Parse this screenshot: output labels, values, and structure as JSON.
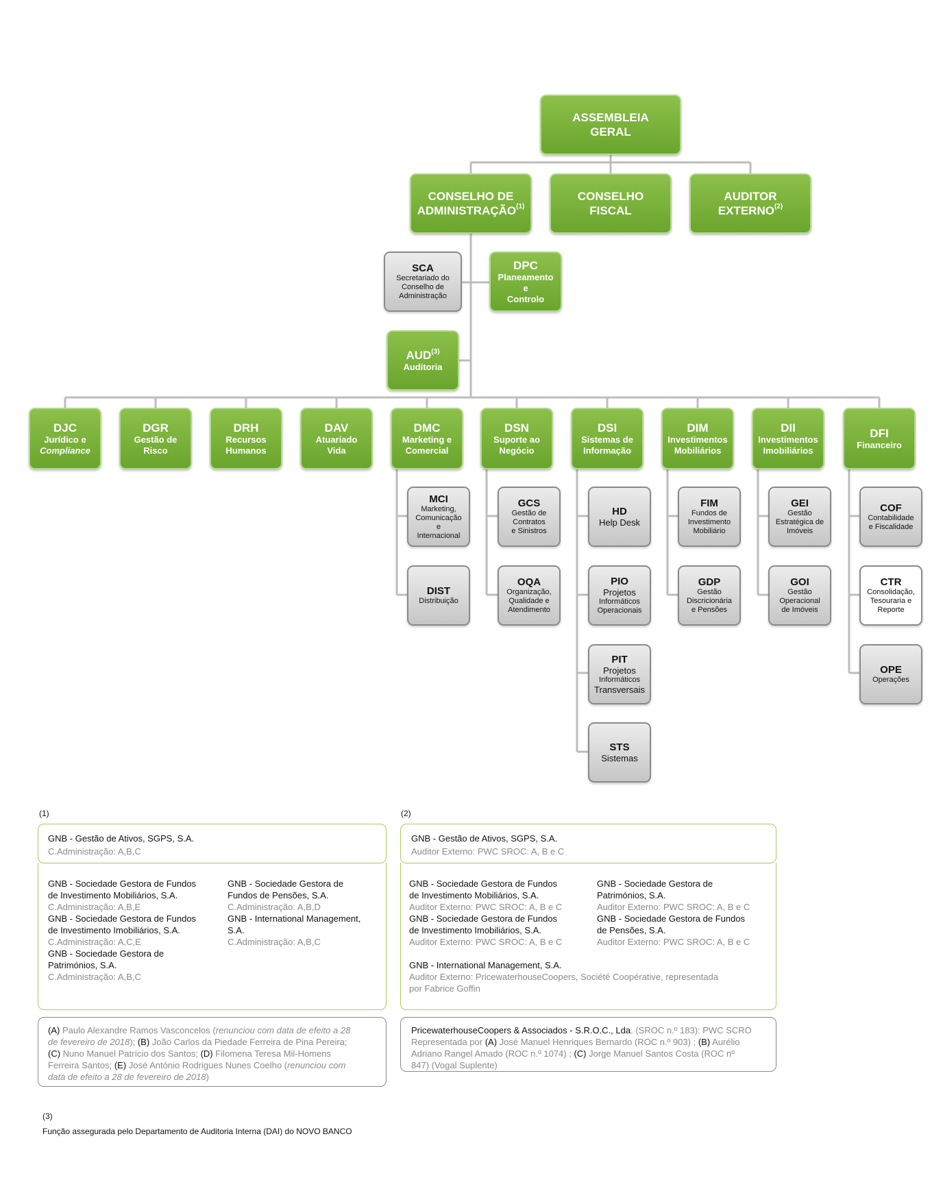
{
  "top": {
    "assembleia": {
      "l1": "ASSEMBLEIA",
      "l2": "GERAL"
    },
    "conselho_admin": {
      "l1": "CONSELHO DE",
      "l2": "ADMINISTRAÇÃO",
      "sup": "(1)"
    },
    "conselho_fiscal": {
      "l1": "CONSELHO",
      "l2": "FISCAL"
    },
    "auditor_externo": {
      "l1": "AUDITOR",
      "l2": "EXTERNO",
      "sup": "(2)"
    }
  },
  "staff": {
    "sca": {
      "code": "SCA",
      "l1": "Secretariado do",
      "l2": "Conselho de",
      "l3": "Administração"
    },
    "dpc": {
      "code": "DPC",
      "l1": "Planeamento",
      "l2": "e",
      "l3": "Controlo"
    },
    "aud": {
      "code": "AUD",
      "sup": "(3)",
      "name": "Auditoria"
    }
  },
  "departments": [
    {
      "code": "DJC",
      "l1": "Jurídico e",
      "l2": "Compliance"
    },
    {
      "code": "DGR",
      "l1": "Gestão de",
      "l2": "Risco"
    },
    {
      "code": "DRH",
      "l1": "Recursos",
      "l2": "Humanos"
    },
    {
      "code": "DAV",
      "l1": "Atuariado",
      "l2": "Vida"
    },
    {
      "code": "DMC",
      "l1": "Marketing e",
      "l2": "Comercial"
    },
    {
      "code": "DSN",
      "l1": "Suporte ao",
      "l2": "Negócio"
    },
    {
      "code": "DSI",
      "l1": "Sistemas de",
      "l2": "Informação"
    },
    {
      "code": "DIM",
      "l1": "Investimentos",
      "l2": "Mobiliários"
    },
    {
      "code": "DII",
      "l1": "Investimentos",
      "l2": "Imobiliários"
    },
    {
      "code": "DFI",
      "l1": "Financeiro",
      "l2": ""
    }
  ],
  "subunits": {
    "mci": {
      "code": "MCI",
      "lines": [
        "Marketing,",
        "Comunicação",
        "e",
        "Internacional"
      ]
    },
    "dist": {
      "code": "DIST",
      "lines": [
        "Distribuição"
      ]
    },
    "gcs": {
      "code": "GCS",
      "lines": [
        "Gestão de",
        "Contratos",
        "e Sinistros"
      ]
    },
    "oqa": {
      "code": "OQA",
      "lines": [
        "Organização,",
        "Qualidade e",
        "Atendimento"
      ]
    },
    "hd": {
      "code": "HD",
      "lines": [
        "Help Desk"
      ]
    },
    "pio": {
      "code": "PIO",
      "lines": [
        "Projetos",
        "Informáticos",
        "Operacionais"
      ]
    },
    "pit": {
      "code": "PIT",
      "lines": [
        "Projetos",
        "Informáticos",
        "Transversais"
      ]
    },
    "sts": {
      "code": "STS",
      "lines": [
        "Sistemas"
      ]
    },
    "fim": {
      "code": "FIM",
      "lines": [
        "Fundos de",
        "Investimento",
        "Mobiliário"
      ]
    },
    "gdp": {
      "code": "GDP",
      "lines": [
        "Gestão",
        "Discricionária",
        "e Pensões"
      ]
    },
    "gei": {
      "code": "GEI",
      "lines": [
        "Gestão",
        "Estratégica de",
        "Imóveis"
      ]
    },
    "goi": {
      "code": "GOI",
      "lines": [
        "Gestão",
        "Operacional",
        "de Imóveis"
      ]
    },
    "cof": {
      "code": "COF",
      "lines": [
        "Contabilidade",
        "e Fiscalidade"
      ]
    },
    "ctr": {
      "code": "CTR",
      "lines": [
        "Consolidação,",
        "Tesouraria e",
        "Reporte"
      ]
    },
    "ope": {
      "code": "OPE",
      "lines": [
        "Operações"
      ]
    }
  },
  "notes": {
    "n1": {
      "marker": "(1)",
      "head_name": "GNB - Gestão de Ativos, SGPS, S.A.",
      "head_role": "C.Administração: A,B,C",
      "left": [
        {
          "name1": "GNB - Sociedade Gestora de Fundos",
          "name2": "de Investimento Mobiliários, S.A.",
          "role": "C.Administração: A,B,E"
        },
        {
          "name1": "GNB - Sociedade Gestora de Fundos",
          "name2": "de Investimento Imobiliários, S.A.",
          "role": "C.Administração: A,C,E"
        },
        {
          "name1": "GNB - Sociedade Gestora de",
          "name2": "Patrimónios, S.A.",
          "role": "C.Administração: A,B,C"
        }
      ],
      "right": [
        {
          "name1": "GNB - Sociedade Gestora de",
          "name2": "Fundos de Pensões, S.A.",
          "role": "C.Administração: A,B,D"
        },
        {
          "name1": "GNB - International Management,",
          "name2": "S.A.",
          "role": "C.Administração: A,B,C"
        }
      ],
      "people": {
        "a_label": "(A)",
        "a_name": " Paulo Alexandre Ramos Vasconcelos (",
        "a_note": "renunciou com data de efeito a 28",
        "a_note2": "de fevereiro de 2018",
        "a_end": ");",
        "b_label": "(B)",
        "b_name": " João Carlos da Piedade Ferreira de Pina Pereira;",
        "c_label": "(C)",
        "c_name": " Nuno Manuel Patrício dos Santos;",
        "d_label": "(D)",
        "d_name": " Filomena Teresa Mil-Homens",
        "d_name2": "Ferreira Santos;",
        "e_label": "(E)",
        "e_name": " José António Rodrigues Nunes Coelho (",
        "e_note": "renunciou com",
        "e_note2": "data de efeito a 28 de fevereiro de 2018",
        "e_end": ")"
      }
    },
    "n2": {
      "marker": "(2)",
      "head_name": "GNB - Gestão de Ativos, SGPS, S.A.",
      "head_role": "Auditor Externo: PWC  SROC: A, B e C",
      "left": [
        {
          "name1": "GNB - Sociedade Gestora de Fundos",
          "name2": "de Investimento Mobiliários, S.A.",
          "role": "Auditor Externo: PWC  SROC: A, B e C"
        },
        {
          "name1": "GNB - Sociedade Gestora de Fundos",
          "name2": "de Investimento Imobiliários, S.A.",
          "role": "Auditor Externo: PWC  SROC: A, B e C"
        }
      ],
      "right": [
        {
          "name1": "GNB - Sociedade Gestora de",
          "name2": "Patrimónios, S.A.",
          "role": "Auditor Externo: PWC  SROC: A, B e C"
        },
        {
          "name1": "GNB - Sociedade Gestora de Fundos",
          "name2": "de Pensões, S.A.",
          "role": "Auditor Externo: PWC  SROC: A, B e C"
        }
      ],
      "intl_name": "GNB - International Management, S.A.",
      "intl_role1": "Auditor Externo: PricewaterhouseCoopers, Société Coopérative, representada",
      "intl_role2": "por Fabrice Goffin",
      "pwc": {
        "name": "PricewaterhouseCoopers & Associados - S.R.O.C., Lda",
        "rest1": ". (SROC n.º 183): PWC SCRO",
        "l2a": "Representada por ",
        "a_label": "(A)",
        "l2b": " José Manuel Henriques Bernardo (ROC n.º 903) ; ",
        "b_label": "(B)",
        "l2c": " Aurélio",
        "l3a": "Adriano Rangel Amado (ROC n.º 1074) ; ",
        "c_label": "(C)",
        "l3b": " Jorge Manuel Santos Costa (ROC nº",
        "l4": "847) (Vogal Suplente)"
      }
    },
    "n3": {
      "marker": "(3)",
      "text": "Função assegurada pelo Departamento de Auditoria Interna (DAI) do NOVO BANCO"
    }
  }
}
